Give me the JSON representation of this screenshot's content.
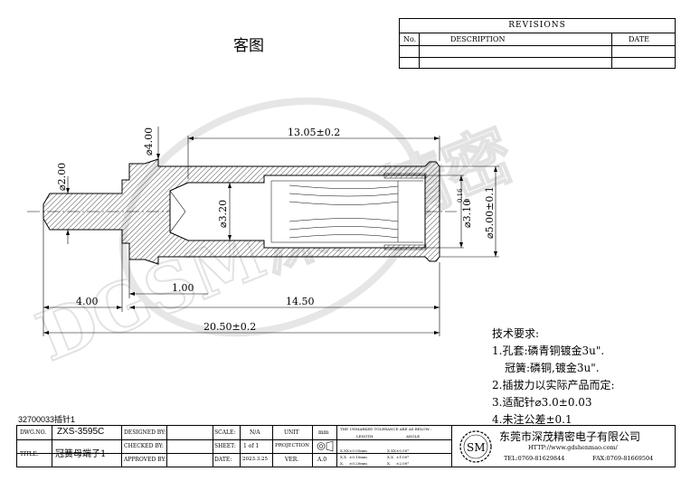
{
  "title": "客图",
  "revisions": {
    "header": "REVISIONS",
    "col_no": "No.",
    "col_desc": "DESCRIPTION",
    "col_date": "DATE"
  },
  "dimensions": {
    "overall_top": "13.05±0.2",
    "dia_4": "⌀4.00",
    "dia_2": "⌀2.00",
    "dia_320": "⌀3.20",
    "dia_310": "⌀3.10",
    "tol_310_upper": "0.16",
    "tol_310_lower": "0",
    "dia_500": "⌀5.00±0.1",
    "len_4": "4.00",
    "len_1": "1.00",
    "len_1450": "14.50",
    "len_total": "20.50±0.2"
  },
  "watermark": "DGSM深茂精密",
  "tech": {
    "heading": "技术要求:",
    "l1": "1.孔套:磷青铜镀金3u\".",
    "l2": "冠簧:磷铜,镀金3u\".",
    "l3": "2.插拔力以实际产品而定:",
    "l4": "3.适配针⌀3.0±0.03",
    "l5": "4.未注公差±0.1"
  },
  "part_number": "32700033插针1",
  "title_block": {
    "dwg_no_label": "DWG.NO.",
    "dwg_no": "ZXS-3595C",
    "title_label": "TITLE:",
    "title_value": "冠簧母端子1",
    "designed_by": "DESIGNED BY:",
    "checked_by": "CHECKED BY:",
    "approved_by": "APPROVED BY:",
    "scale_label": "SCALE:",
    "scale_value": "N/A",
    "sheet_label": "SHEET:",
    "sheet_value": "1 of 1",
    "date_label": "DATE:",
    "date_value": "2023.3.25",
    "unit_label": "UNIT",
    "unit_value": "mm",
    "projection_label": "PROJECTION",
    "ver_label": "VER.",
    "ver_value": "A.0",
    "tolerance_title": "THE UNMARKED TOLERANCE ARE AS BELOW :",
    "length_label": "LENGTH",
    "angle_label": "ANGLE",
    "tol_rows": [
      {
        "a": "X.XX",
        "b": "±0.05mm",
        "c": "X.XX",
        "d": "±0.50°"
      },
      {
        "a": "X.X",
        "b": "±0.10mm",
        "c": "X.X",
        "d": "±1.00°"
      },
      {
        "a": "X.",
        "b": "±0.20mm",
        "c": "X.",
        "d": "±2.00°"
      }
    ],
    "logo_text": "SM",
    "company": "东莞市深茂精密电子有限公司",
    "website": "HTTP://www.gdshenmao.com/",
    "tel": "TEL:0769-81629844",
    "fax": "FAX:0769-81669504"
  }
}
